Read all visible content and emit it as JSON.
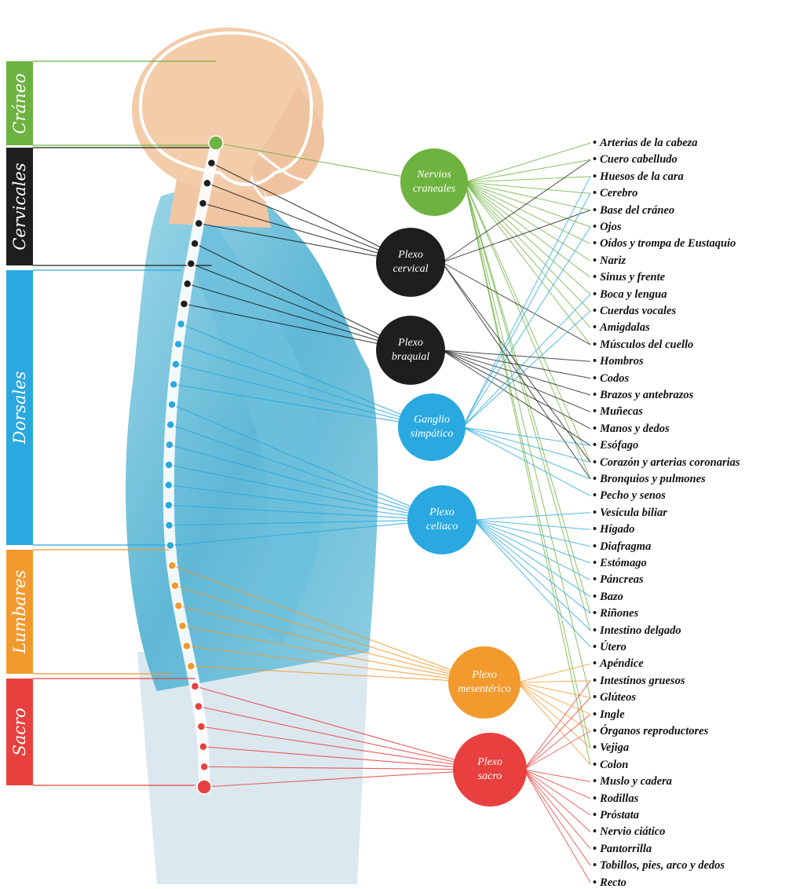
{
  "colors": {
    "craneo": "#6db33f",
    "cervicales": "#1e1e1e",
    "dorsales": "#2aa8e0",
    "lumbares": "#f29a2e",
    "sacro": "#e8403e",
    "shirt": "#7ec9df",
    "skin": "#f2c9a8",
    "pants": "#dbe7ee"
  },
  "regions": [
    {
      "name": "Cráneo",
      "color_key": "craneo"
    },
    {
      "name": "Cervicales",
      "color_key": "cervicales"
    },
    {
      "name": "Dorsales",
      "color_key": "dorsales"
    },
    {
      "name": "Lumbares",
      "color_key": "lumbares"
    },
    {
      "name": "Sacro",
      "color_key": "sacro"
    }
  ],
  "plexuses": [
    {
      "label": "Nervios\ncraneales",
      "color_key": "craneo"
    },
    {
      "label": "Plexo\ncervical",
      "color_key": "cervicales"
    },
    {
      "label": "Plexo\nbraquial",
      "color_key": "cervicales"
    },
    {
      "label": "Ganglio\nsimpático",
      "color_key": "dorsales"
    },
    {
      "label": "Plexo\nceliaco",
      "color_key": "dorsales"
    },
    {
      "label": "Plexo\nmesentérico",
      "color_key": "lumbares"
    },
    {
      "label": "Plexo\nsacro",
      "color_key": "sacro"
    }
  ],
  "organs": [
    "Arterias de la cabeza",
    "Cuero cabelludo",
    "Huesos de la cara",
    "Cerebro",
    "Base del cráneo",
    "Ojos",
    "Oídos y trompa de Eustaquio",
    "Nariz",
    "Sinus y frente",
    "Boca y lengua",
    "Cuerdas vocales",
    "Amigdalas",
    "Músculos del cuello",
    "Hombros",
    "Codos",
    "Brazos y antebrazos",
    "Muñecas",
    "Manos y dedos",
    "Esófago",
    "Corazón y arterias coronarias",
    "Bronquios y pulmones",
    "Pecho y senos",
    "Vesícula biliar",
    "Hígado",
    "Diafragma",
    "Estómago",
    "Páncreas",
    "Bazo",
    "Riñones",
    "Intestino delgado",
    "Útero",
    "Apéndice",
    "Intestinos gruesos",
    "Glúteos",
    "Ingle",
    "Órganos reproductores",
    "Vejiga",
    "Colon",
    "Muslo y cadera",
    "Rodillas",
    "Próstata",
    "Nervio ciático",
    "Pantorrilla",
    "Tobillos, pies, arco y dedos",
    "Recto"
  ],
  "vertebrae_colors": [
    "craneo",
    "cervicales",
    "cervicales",
    "cervicales",
    "cervicales",
    "cervicales",
    "cervicales",
    "cervicales",
    "cervicales",
    "dorsales",
    "dorsales",
    "dorsales",
    "dorsales",
    "dorsales",
    "dorsales",
    "dorsales",
    "dorsales",
    "dorsales",
    "dorsales",
    "dorsales",
    "dorsales",
    "lumbares",
    "lumbares",
    "lumbares",
    "lumbares",
    "lumbares",
    "lumbares",
    "sacro",
    "sacro",
    "sacro",
    "sacro",
    "sacro",
    "sacro"
  ],
  "plexus_connections": [
    [
      0,
      1,
      2,
      3,
      4,
      5,
      6,
      7,
      8,
      9,
      10,
      11,
      12,
      19,
      20,
      28,
      29,
      33,
      36,
      37
    ],
    [
      1,
      4,
      12,
      19,
      20
    ],
    [
      13,
      14,
      15,
      16,
      17,
      18
    ],
    [
      2,
      3,
      5,
      9,
      10,
      18,
      19,
      20,
      21
    ],
    [
      22,
      23,
      24,
      25,
      26,
      27,
      28,
      29,
      30
    ],
    [
      31,
      32,
      33,
      34,
      35,
      36,
      37
    ],
    [
      32,
      33,
      34,
      35,
      38,
      39,
      40,
      41,
      42,
      43,
      44
    ]
  ]
}
